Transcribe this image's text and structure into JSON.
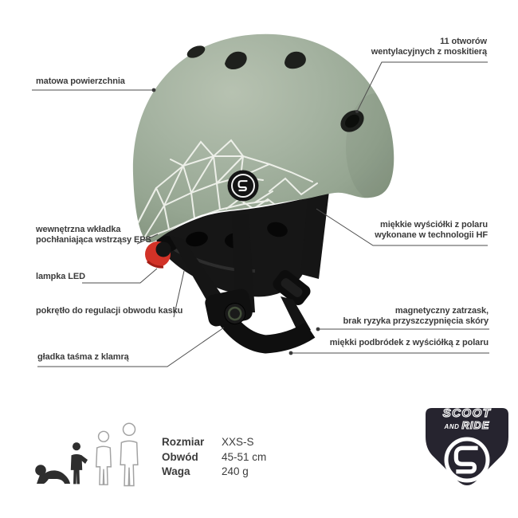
{
  "callouts": {
    "left": [
      {
        "line1": "matowa powierzchnia"
      },
      {
        "line1": "wewnętrzna wkładka",
        "line2": "pochłaniająca wstrząsy EPS"
      },
      {
        "line1": "lampka LED"
      },
      {
        "line1": "pokrętło do regulacji obwodu kasku"
      },
      {
        "line1": "gładka taśma z klamrą"
      }
    ],
    "right": [
      {
        "line1": "11 otworów",
        "line2": "wentylacyjnych z moskitierą"
      },
      {
        "line1": "miękkie wyściółki z polaru",
        "line2": "wykonane w technologii HF"
      },
      {
        "line1": "magnetyczny zatrzask,",
        "line2": "brak ryzyka przyszczypnięcia skóry"
      },
      {
        "line1": "miękki podbródek z wyściółką z polaru"
      }
    ]
  },
  "specs": {
    "rows": [
      {
        "label": "Rozmiar",
        "value": "XXS-S"
      },
      {
        "label": "Obwód",
        "value": "45-51 cm"
      },
      {
        "label": "Waga",
        "value": "240 g"
      }
    ]
  },
  "brand": {
    "scoot": "SCOOT",
    "and": "AND",
    "ride": "RIDE"
  },
  "icons": {
    "helmet": "helmet-illustration",
    "vents": "vent-icon",
    "side_logo": "brand-logo-icon",
    "led": "led-lamp-icon",
    "buckle": "magnetic-buckle-icon",
    "figures": [
      "baby-crawling-icon",
      "toddler-icon",
      "child-small-icon",
      "child-large-icon"
    ],
    "badge": "brand-badge-icon"
  },
  "colors": {
    "helmet_green": "#a4b2a0",
    "led_red": "#d23227",
    "strap_black": "#161616",
    "badge_navy": "#26242f",
    "pattern_white": "#f3f5ef",
    "label_text": "#3b3b3b",
    "leader_line": "#4d4d4d"
  }
}
